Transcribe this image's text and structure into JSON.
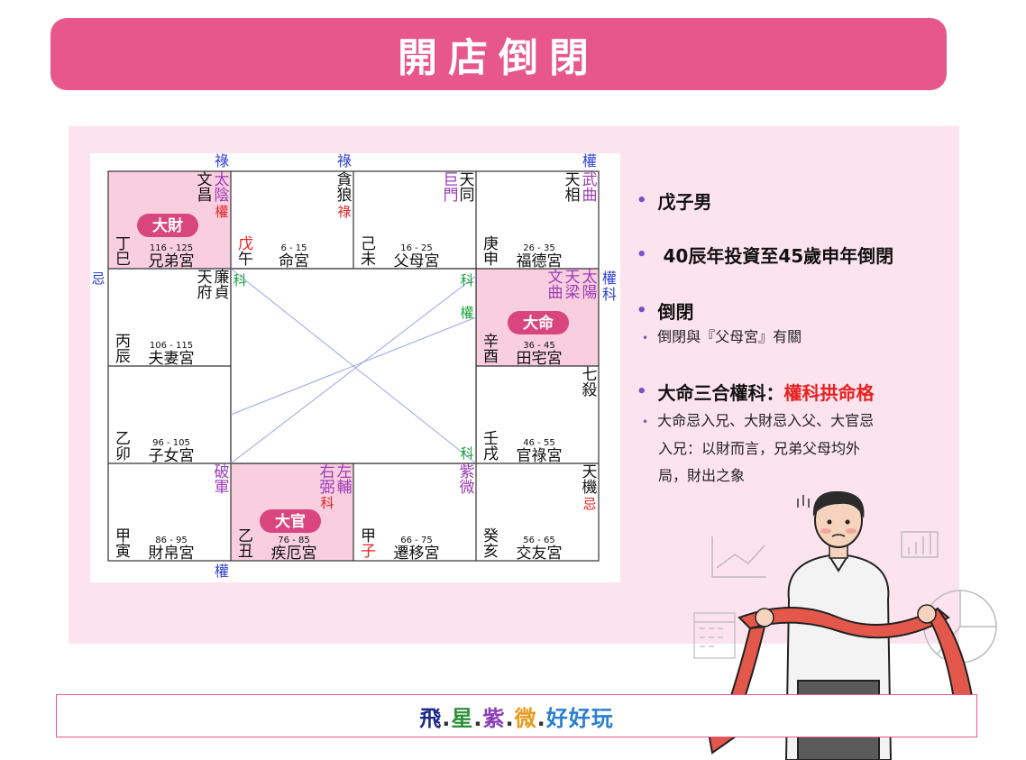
{
  "title": "開店倒閉",
  "chart": {
    "top_marks": {
      "lu1": "祿",
      "lu2": "祿",
      "quan_tr": "權",
      "ji_left": "忌",
      "quan_right": "權",
      "ke_right": "科",
      "quan_bottom": "權"
    },
    "palaces": [
      {
        "name": "兄弟宮",
        "range": "116 - 125",
        "stem": "丁",
        "branch": "巳",
        "stars": [
          "文",
          "昌"
        ],
        "stars2": [
          "太",
          "陰"
        ],
        "hua": "權"
      },
      {
        "name": "命宮",
        "range": "6 - 15",
        "stem": "戊",
        "branch": "午",
        "stars": [
          "貪",
          "狼"
        ],
        "hua": "祿"
      },
      {
        "name": "父母宮",
        "range": "16 - 25",
        "stem": "己",
        "branch": "未",
        "stars": [
          "巨",
          "門"
        ],
        "stars2": [
          "天",
          "同"
        ]
      },
      {
        "name": "福德宮",
        "range": "26 - 35",
        "stem": "庚",
        "branch": "申",
        "stars": [
          "天",
          "相"
        ],
        "stars2": [
          "武",
          "曲"
        ]
      },
      {
        "name": "夫妻宮",
        "range": "106 - 115",
        "stem": "丙",
        "branch": "辰",
        "stars": [
          "天",
          "府"
        ],
        "stars2": [
          "廉",
          "貞"
        ]
      },
      {
        "name": "田宅宮",
        "range": "36 - 45",
        "stem": "辛",
        "branch": "酉",
        "stars": [
          "文",
          "曲"
        ],
        "stars2": [
          "天",
          "梁"
        ],
        "stars3": [
          "太",
          "陽"
        ]
      },
      {
        "name": "子女宮",
        "range": "96 - 105",
        "stem": "乙",
        "branch": "卯"
      },
      {
        "name": "官祿宮",
        "range": "46 - 55",
        "stem": "壬",
        "branch": "戌",
        "stars": [
          "七",
          "殺"
        ]
      },
      {
        "name": "財帛宮",
        "range": "86 - 95",
        "stem": "甲",
        "branch": "寅",
        "stars": [
          "破",
          "軍"
        ]
      },
      {
        "name": "疾厄宮",
        "range": "76 - 85",
        "stem": "乙",
        "branch": "丑",
        "stars": [
          "右",
          "弼"
        ],
        "stars2": [
          "左",
          "輔"
        ],
        "hua": "科"
      },
      {
        "name": "遷移宮",
        "range": "66 - 75",
        "stem": "甲",
        "branch": "子",
        "stars": [
          "紫",
          "微"
        ]
      },
      {
        "name": "交友宮",
        "range": "56 - 65",
        "stem": "癸",
        "branch": "亥",
        "stars": [
          "天",
          "機"
        ],
        "hua": "忌"
      }
    ],
    "labels": {
      "da_cai": "大財",
      "da_ming": "大命",
      "da_guan": "大官"
    },
    "hua_inner": {
      "ke_top_left": "科",
      "ke_right_top": "科",
      "quan_right_mid": "權",
      "ke_right_bottom": "科"
    }
  },
  "bullets": {
    "b1": "戊子男",
    "b2": "40辰年投資至45歲申年倒閉",
    "b3": "倒閉",
    "b3_sub": "倒閉與『父母宮』有關",
    "b4_prefix": "大命三合權科：",
    "b4_highlight": "權科拱命格",
    "b4_sub1": "大命忌入兄、大財忌入父、大官忌",
    "b4_sub2": "入兄：以財而言，兄弟父母均外",
    "b4_sub3": "局，財出之象"
  },
  "footer": {
    "part1": "飛",
    "dot1": ".",
    "part2": "星",
    "dot2": ".",
    "part3": "紫",
    "dot3": ".",
    "part4": "微",
    "dot4": ".",
    "part5": "好好玩"
  },
  "colors": {
    "title_bg": "#e8578c",
    "panel_bg": "#fde3ee",
    "highlight_cell": "#f9cfe0",
    "accent_red": "#e8201f",
    "purple": "#9b3bb4",
    "blue": "#2a3cd8",
    "green": "#19a43a"
  }
}
